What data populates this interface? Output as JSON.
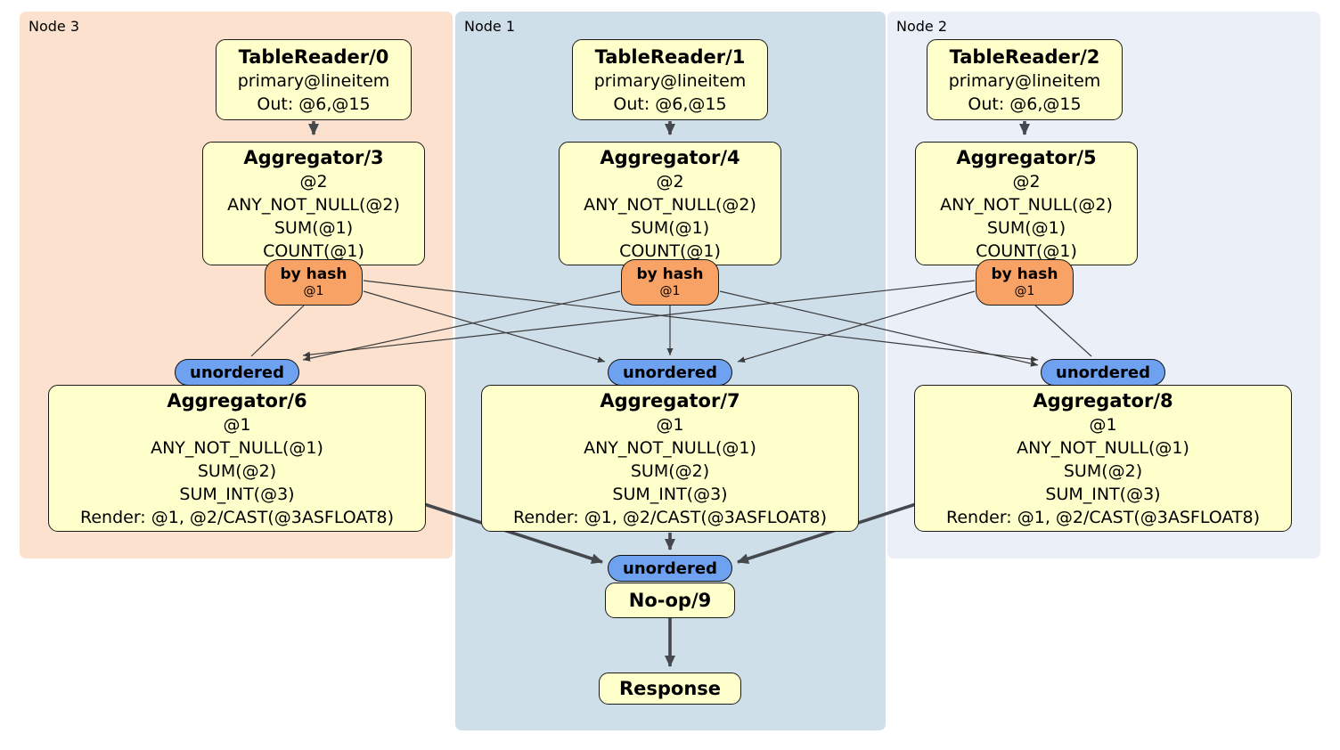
{
  "colors": {
    "node3_bg": "#fbe1ce",
    "node1_bg": "#cfdfea",
    "node2_bg": "#ebeff8",
    "operator_fill": "#ffffcc",
    "router_fill": "#f8a266",
    "sync_fill": "#6fa1f1",
    "edge": "#45484c"
  },
  "nodes": {
    "node3": {
      "label": "Node 3",
      "tablereader": {
        "title": "TableReader/0",
        "lines": [
          "primary@lineitem",
          "Out: @6,@15"
        ]
      },
      "aggregator": {
        "title": "Aggregator/3",
        "lines": [
          "@2",
          "ANY_NOT_NULL(@2)",
          "SUM(@1)",
          "COUNT(@1)"
        ]
      },
      "router": {
        "label": "by hash",
        "sub": "@1"
      },
      "sync": {
        "label": "unordered"
      },
      "aggregator2": {
        "title": "Aggregator/6",
        "lines": [
          "@1",
          "ANY_NOT_NULL(@1)",
          "SUM(@2)",
          "SUM_INT(@3)",
          "Render: @1, @2/CAST(@3ASFLOAT8)"
        ]
      }
    },
    "node1": {
      "label": "Node 1",
      "tablereader": {
        "title": "TableReader/1",
        "lines": [
          "primary@lineitem",
          "Out: @6,@15"
        ]
      },
      "aggregator": {
        "title": "Aggregator/4",
        "lines": [
          "@2",
          "ANY_NOT_NULL(@2)",
          "SUM(@1)",
          "COUNT(@1)"
        ]
      },
      "router": {
        "label": "by hash",
        "sub": "@1"
      },
      "sync": {
        "label": "unordered"
      },
      "aggregator2": {
        "title": "Aggregator/7",
        "lines": [
          "@1",
          "ANY_NOT_NULL(@1)",
          "SUM(@2)",
          "SUM_INT(@3)",
          "Render: @1, @2/CAST(@3ASFLOAT8)"
        ]
      },
      "final_sync": {
        "label": "unordered"
      },
      "noop": {
        "title": "No-op/9"
      },
      "response": {
        "title": "Response"
      }
    },
    "node2": {
      "label": "Node 2",
      "tablereader": {
        "title": "TableReader/2",
        "lines": [
          "primary@lineitem",
          "Out: @6,@15"
        ]
      },
      "aggregator": {
        "title": "Aggregator/5",
        "lines": [
          "@2",
          "ANY_NOT_NULL(@2)",
          "SUM(@1)",
          "COUNT(@1)"
        ]
      },
      "router": {
        "label": "by hash",
        "sub": "@1"
      },
      "sync": {
        "label": "unordered"
      },
      "aggregator2": {
        "title": "Aggregator/8",
        "lines": [
          "@1",
          "ANY_NOT_NULL(@1)",
          "SUM(@2)",
          "SUM_INT(@3)",
          "Render: @1, @2/CAST(@3ASFLOAT8)"
        ]
      }
    }
  }
}
